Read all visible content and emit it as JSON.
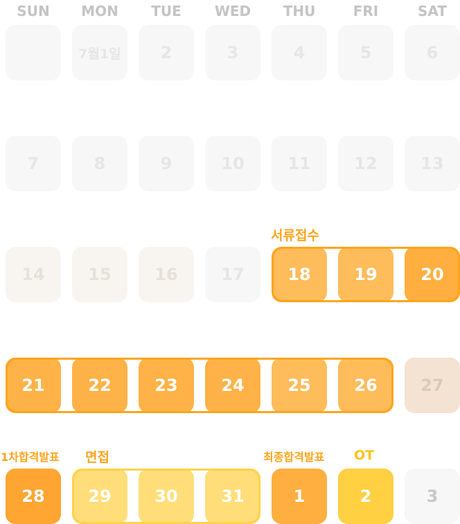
{
  "weekdays": [
    "SUN",
    "MON",
    "TUE",
    "WED",
    "THU",
    "FRI",
    "SAT"
  ],
  "days": {
    "r1": [
      "",
      "7월1일",
      "2",
      "3",
      "4",
      "5",
      "6"
    ],
    "r2": [
      "7",
      "8",
      "9",
      "10",
      "11",
      "12",
      "13"
    ],
    "r3": [
      "14",
      "15",
      "16",
      "17",
      "18",
      "19",
      "20"
    ],
    "r4": [
      "21",
      "22",
      "23",
      "24",
      "25",
      "26",
      "27"
    ],
    "r5": [
      "28",
      "29",
      "30",
      "31",
      "1",
      "2",
      "3"
    ]
  },
  "events": {
    "document_submission": "서류접수",
    "first_result": "1차합격발표",
    "interview": "면접",
    "final_result": "최종합격발표",
    "ot": "OT"
  },
  "colors": {
    "orange": "#ffa41c",
    "yellow": "#ffd24a"
  }
}
